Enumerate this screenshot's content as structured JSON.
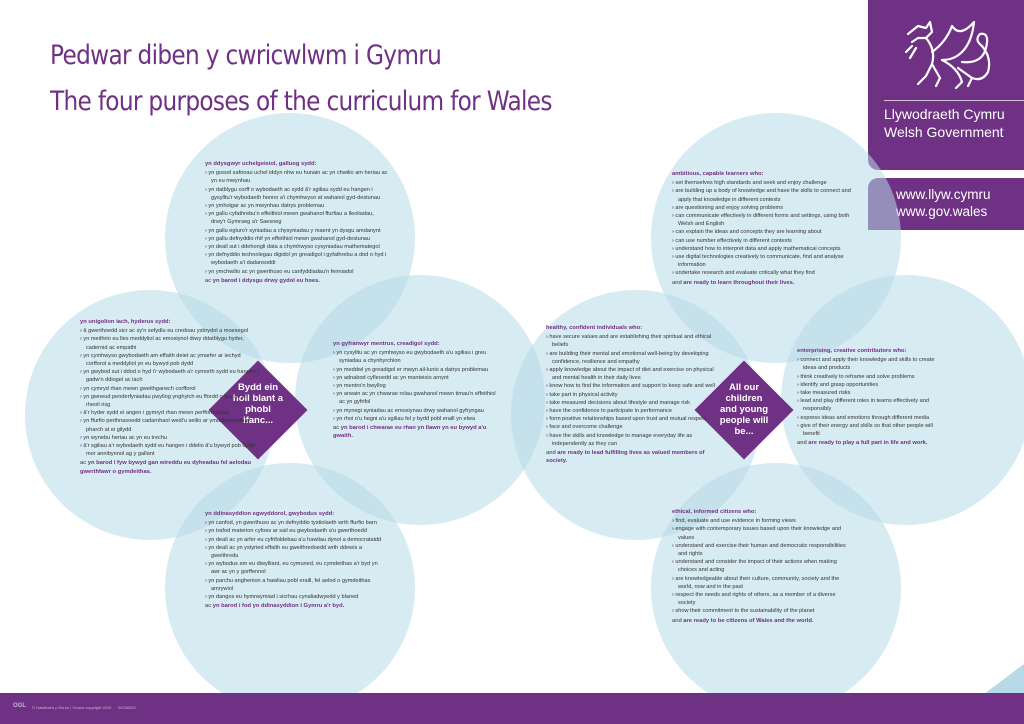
{
  "title": {
    "welsh": "Pedwar diben y cwricwlwm i Gymru",
    "english": "The four purposes of the curriculum for Wales"
  },
  "brand": {
    "name_cy": "Llywodraeth Cymru",
    "name_en": "Welsh Government",
    "url_cy": "www.llyw.cymru",
    "url_en": "www.gov.wales",
    "color": "#6f3183",
    "circle_color": "#b7dae8"
  },
  "footer": {
    "ogl": "OGL",
    "copyright": "© Hawlfraint y Goron | Crown copyright 2019",
    "ref": "WG36502"
  },
  "clusters": [
    {
      "centre": "Bydd ein holl blant a phobl ifanc...",
      "circles": [
        {
          "heading": "yn ddysgwyr uchelgeisiol, galluog sydd:",
          "items": [
            "yn gosod safonau uchel iddyn nhw eu hunain ac yn chwilio am heriau ac yn eu mwynhau",
            "yn datblygu corff o wybodaeth ac sydd â'r sgiliau sydd eu hangen i gysylltu'r wybodaeth honno a'i chymhwyso at wahanol gyd-destunau",
            "yn ymholgar ac yn mwynhau datrys problemau",
            "yn gallu cyfathrebu'n effeithiol mewn gwahanol ffurfiau a lleoliadau, drwy'r Gymraeg a'r Saesneg",
            "yn gallu egluro'r syniadau a chysyniadau y maent yn dysgu amdanynt",
            "yn gallu defnyddio rhif yn effeithiol mewn gwahanol gyd-destunau",
            "yn deall sut i ddehongli data a chymhwyso cysyniadau mathemategol",
            "yn defnyddio technolegau digidol yn greadigol i gyfathrebu a dod o hyd i wybodaeth a'i dadansoddi",
            "yn ymchwilio ac yn gwerthuso eu canfyddiadau'n feirniadol"
          ],
          "closing_prefix": "ac ",
          "closing_emph": "yn barod i ddysgu drwy gydol eu hoes."
        },
        {
          "heading": "yn unigolion iach, hyderus sydd:",
          "items": [
            "â gwerthoedd sicr ac sy'n sefydlu eu credoau ysbrydol a moesegol",
            "yn meithrin eu lles meddyliol ac emosiynol drwy ddatblygu hyder, cadernid ac empathi",
            "yn cymhwyso gwybodaeth am effaith deiet ac ymarfer ar iechyd corfforol a meddyliol yn eu bywyd pob dydd",
            "yn gwybod sut i ddod o hyd i'r wybodaeth a'r cymorth sydd eu hangen i gadw'n ddiogel ac iach",
            "yn cymryd rhan mewn gweithgarwch corfforol",
            "yn gwneud penderfyniadau pwyllog ynghylch eu ffordd o fyw ac yn rheoli risg",
            "â'r hyder sydd ei angen i gymryd rhan mewn perfformiadau",
            "yn ffurfio perthnasoedd cadarnhaol wedi'u seilio ar ymddiriedaeth a pharch at ei gilydd",
            "yn wynebu heriau ac yn eu trechu",
            "â'r sgiliau a'r wybodaeth sydd eu hangen i ddelio â'u bywyd pob dydd mor annibynnol ag y gallant"
          ],
          "closing_prefix": "ac ",
          "closing_emph": "yn barod i fyw bywyd gan wireddu eu dyheadau fel aelodau gwerthfawr o gymdeithas."
        },
        {
          "heading": "yn gyfranwyr mentrus, creadigol sydd:",
          "items": [
            "yn cysylltu ac yn cymhwyso eu gwybodaeth a'u sgiliau i greu syniadau a chynhyrchion",
            "yn meddwl yn greadigol er mwyn ail-lunio a datrys problemau",
            "yn adnabod cyfleoedd ac yn manteisio arnynt",
            "yn mentro'n bwyllog",
            "yn arwain ac yn chwarae rolau gwahanol mewn timau'n effeithiol ac yn gyfrifol",
            "yn mynegi syniadau ac emosiynau drwy wahanol gyfryngau",
            "yn rhoi o'u hegni a'u sgiliau fel y bydd pobl eraill yn elwa"
          ],
          "closing_prefix": "ac ",
          "closing_emph": "yn barod i chwarae eu rhan yn llawn yn eu bywyd a'u gwaith."
        },
        {
          "heading": "yn ddinasyddion egwyddorol, gwybodus sydd:",
          "items": [
            "yn canfod, yn gwerthuso ac yn defnyddio tystiolaeth wrth ffurfio barn",
            "yn trafod materion cyfoes ar sail eu gwybodaeth a'u gwerthoedd",
            "yn deall ac yn arfer eu cyfrifoldebau a'u hawliau dynol a democrataidd",
            "yn deall ac yn ystyried effaith eu gweithredoedd wrth ddewis a gweithredu",
            "yn wybodus am eu diwylliant, eu cymuned, eu cymdeithas a'r byd yn awr ac yn y gorffennol",
            "yn parchu anghenion a hawliau pobl eraill, fel aelod o gymdeithas amrywiol",
            "yn dangos eu hymrwymiad i sicrhau cynaliadwyedd y blaned"
          ],
          "closing_prefix": "ac ",
          "closing_emph": "yn barod i fod yn ddinasyddion i Gymru a'r byd."
        }
      ]
    },
    {
      "centre": "All our children and young people will be...",
      "circles": [
        {
          "heading": "ambitious, capable learners who:",
          "items": [
            "set themselves high standards and seek and enjoy challenge",
            "are building up a body of knowledge and have the skills to connect and apply that knowledge in different contexts",
            "are questioning and enjoy solving problems",
            "can communicate effectively in different forms and settings, using both Welsh and English",
            "can explain the ideas and concepts they are learning about",
            "can use number effectively in different contexts",
            "understand how to interpret data and apply mathematical concepts",
            "use digital technologies creatively to communicate, find and analyse information",
            "undertake research and evaluate critically what they find"
          ],
          "closing_prefix": "and ",
          "closing_emph": "are ready to learn throughout their lives."
        },
        {
          "heading": "healthy, confident individuals who:",
          "items": [
            "have secure values and are establishing their spiritual and ethical beliefs",
            "are building their mental and emotional well-being by developing confidence, resilience and empathy",
            "apply knowledge about the impact of diet and exercise on physical and mental health in their daily lives",
            "know how to find the information and support to keep safe and well",
            "take part in physical activity",
            "take measured decisions about lifestyle and manage risk",
            "have the confidence to participate in performance",
            "form positive relationships based upon trust and mutual respect",
            "face and overcome challenge",
            "have the skills and knowledge to manage everyday life as independently as they can"
          ],
          "closing_prefix": "and ",
          "closing_emph": "are ready to lead fulfilling lives as valued members of society."
        },
        {
          "heading": "enterprising, creative contributors who:",
          "items": [
            "connect and apply their knowledge and skills to create ideas and products",
            "think creatively to reframe and solve problems",
            "identify and grasp opportunities",
            "take measured risks",
            "lead and play different roles in teams effectively and responsibly",
            "express ideas and emotions through different media",
            "give of their energy and skills so that other people will benefit"
          ],
          "closing_prefix": "and ",
          "closing_emph": "are ready to play a full part in life and work."
        },
        {
          "heading": "ethical, informed citizens who:",
          "items": [
            "find, evaluate and use evidence in forming views",
            "engage with contemporary issues based upon their knowledge and values",
            "understand and exercise their human and democratic responsibilities and rights",
            "understand and consider the impact of their actions when making choices and acting",
            "are knowledgeable about their culture, community, society and the world, now and in the past",
            "respect the needs and rights of others, as a member of a diverse society",
            "show their commitment to the sustainability of the planet"
          ],
          "closing_prefix": "and ",
          "closing_emph": "are ready to be citizens of Wales and the world."
        }
      ]
    }
  ]
}
